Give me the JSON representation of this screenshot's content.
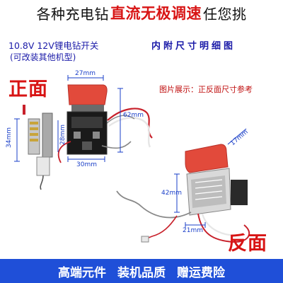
{
  "title": {
    "part_a": "各种充电钻",
    "part_b": "直流无极调速",
    "part_c": "任您挑"
  },
  "spec": {
    "line1": "10.8V 12V锂电钻开关",
    "line1_right": "内附尺寸明细图",
    "line2": "(可改装其他机型)"
  },
  "labels": {
    "front": "正面",
    "back": "反面",
    "note": "图片展示：正反面尺寸参考"
  },
  "dimensions": {
    "front_width_top": "27mm",
    "front_height_right": "62mm",
    "front_left": "34mm",
    "front_inner": "28mm",
    "front_bottom": "30mm",
    "back_top": "17mm",
    "back_left": "42mm",
    "back_bottom": "21mm"
  },
  "banner": {
    "items": [
      "高端元件",
      "装机品质",
      "赠运费险"
    ]
  },
  "colors": {
    "accent_red": "#d81414",
    "spec_blue": "#1a1aa8",
    "banner_blue": "#1f4fd8",
    "trigger_red": "#e0453a"
  }
}
